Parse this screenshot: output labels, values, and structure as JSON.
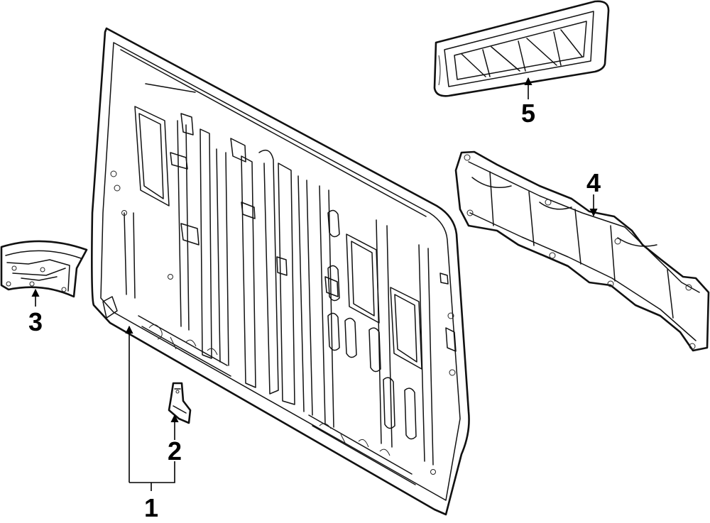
{
  "diagram": {
    "callouts": [
      {
        "label": "1"
      },
      {
        "label": "2"
      },
      {
        "label": "3"
      },
      {
        "label": "4"
      },
      {
        "label": "5"
      }
    ]
  }
}
